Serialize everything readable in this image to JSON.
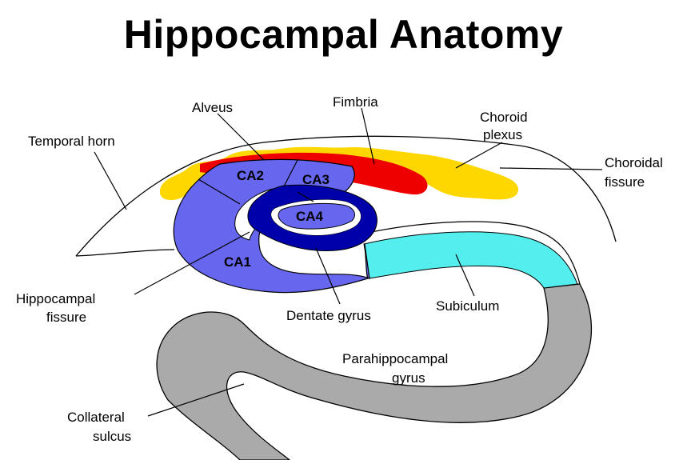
{
  "title": "Hippocampal Anatomy",
  "colors": {
    "choroid_plexus": "#ffd700",
    "fimbria": "#ee0000",
    "cornu_ammonis": "#6666ee",
    "dentate_gyrus": "#0000aa",
    "subiculum": "#55eeee",
    "parahippocampal_gyrus": "#aaaaaa",
    "outline": "#000000"
  },
  "labels": {
    "temporal_horn": "Temporal horn",
    "alveus": "Alveus",
    "fimbria": "Fimbria",
    "choroid_plexus": [
      "Choroid",
      "plexus"
    ],
    "choroidal_fissure": [
      "Choroidal",
      "fissure"
    ],
    "ca1": "CA1",
    "ca2": "CA2",
    "ca3": "CA3",
    "ca4": "CA4",
    "hippocampal_fissure": [
      "Hippocampal",
      "fissure"
    ],
    "dentate_gyrus": "Dentate gyrus",
    "subiculum": "Subiculum",
    "parahippocampal_gyrus": [
      "Parahippocampal",
      "gyrus"
    ],
    "collateral_sulcus": [
      "Collateral",
      "sulcus"
    ]
  }
}
